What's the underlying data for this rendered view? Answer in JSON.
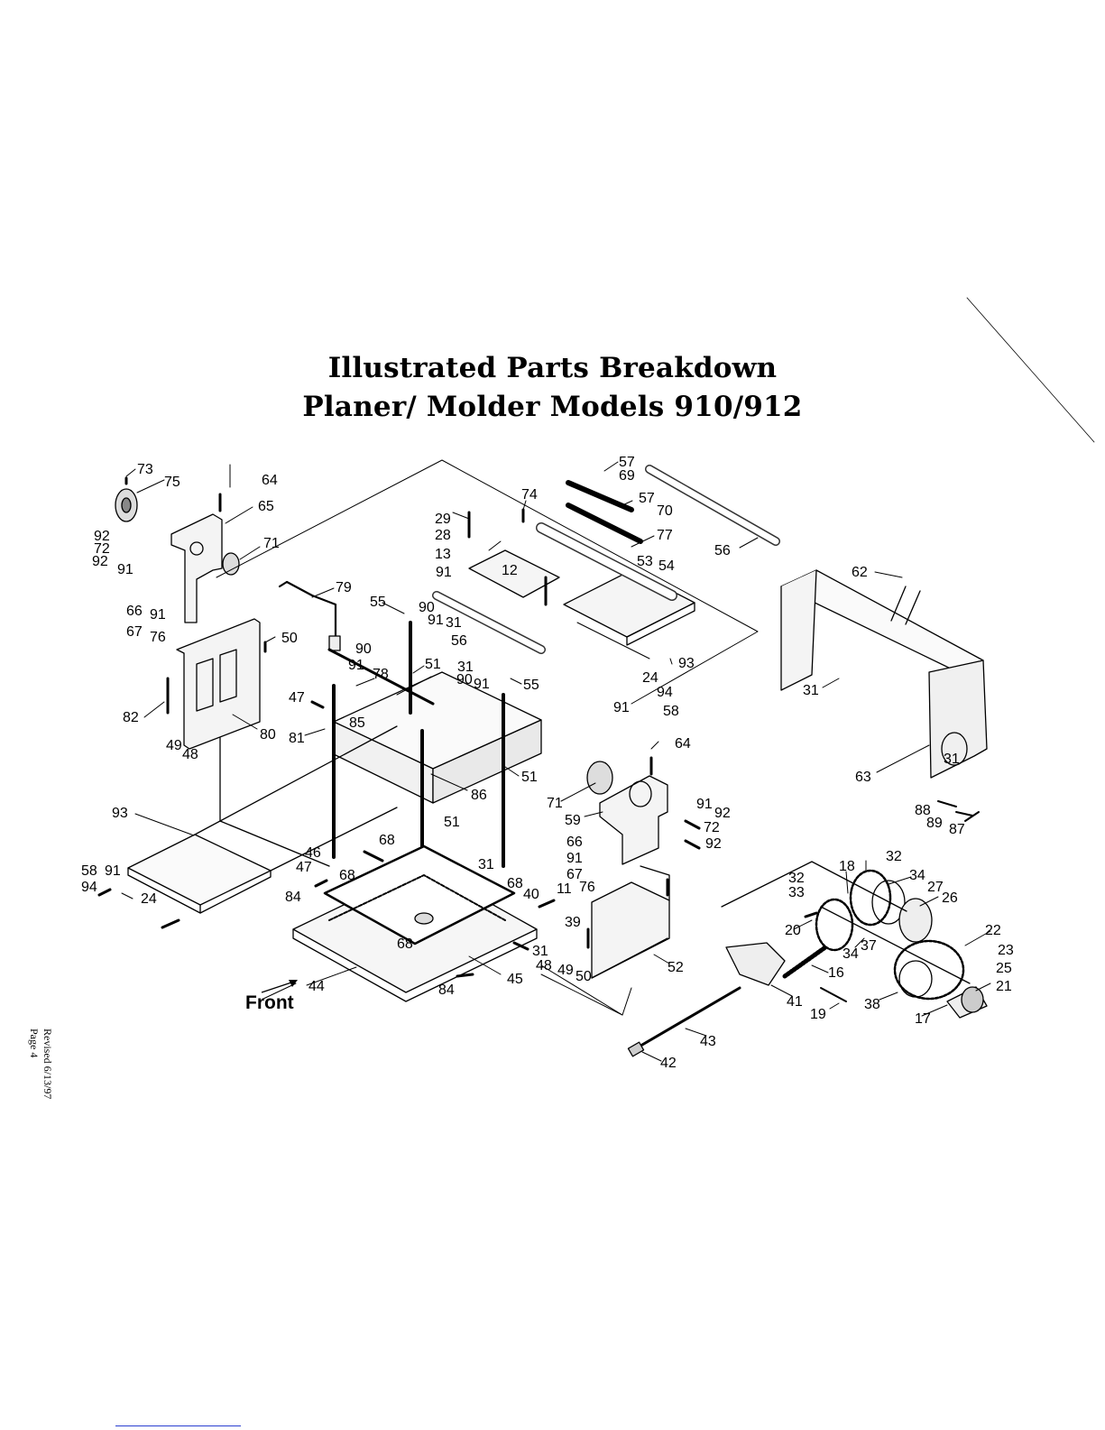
{
  "title": {
    "line1": "Illustrated Parts Breakdown",
    "line2": "Planer/ Molder Models 910/912"
  },
  "front_label": "Front",
  "side_note": {
    "revised": "Revised 6/13/97",
    "page": "Page 4"
  },
  "colors": {
    "ink": "#000000",
    "paper": "#ffffff",
    "bottom_rule": "#2a3fd0"
  },
  "callouts": [
    "73",
    "75",
    "64",
    "65",
    "92",
    "72",
    "92",
    "91",
    "71",
    "66",
    "91",
    "67",
    "76",
    "79",
    "50",
    "82",
    "49",
    "48",
    "80",
    "47",
    "81",
    "85",
    "90",
    "91",
    "78",
    "51",
    "55",
    "90",
    "91",
    "31",
    "56",
    "29",
    "28",
    "13",
    "91",
    "12",
    "74",
    "57",
    "69",
    "57",
    "70",
    "77",
    "53",
    "54",
    "56",
    "31",
    "90",
    "91",
    "55",
    "93",
    "24",
    "91",
    "94",
    "58",
    "62",
    "31",
    "31",
    "63",
    "64",
    "71",
    "59",
    "91",
    "92",
    "72",
    "92",
    "66",
    "91",
    "67",
    "76",
    "86",
    "51",
    "51",
    "93",
    "58",
    "91",
    "94",
    "24",
    "46",
    "47",
    "68",
    "68",
    "84",
    "31",
    "68",
    "40",
    "11",
    "39",
    "68",
    "31",
    "48",
    "49",
    "50",
    "84",
    "45",
    "44",
    "52",
    "88",
    "89",
    "87",
    "18",
    "32",
    "32",
    "33",
    "34",
    "27",
    "26",
    "20",
    "34",
    "37",
    "22",
    "23",
    "25",
    "21",
    "16",
    "41",
    "19",
    "38",
    "17",
    "43",
    "42"
  ]
}
